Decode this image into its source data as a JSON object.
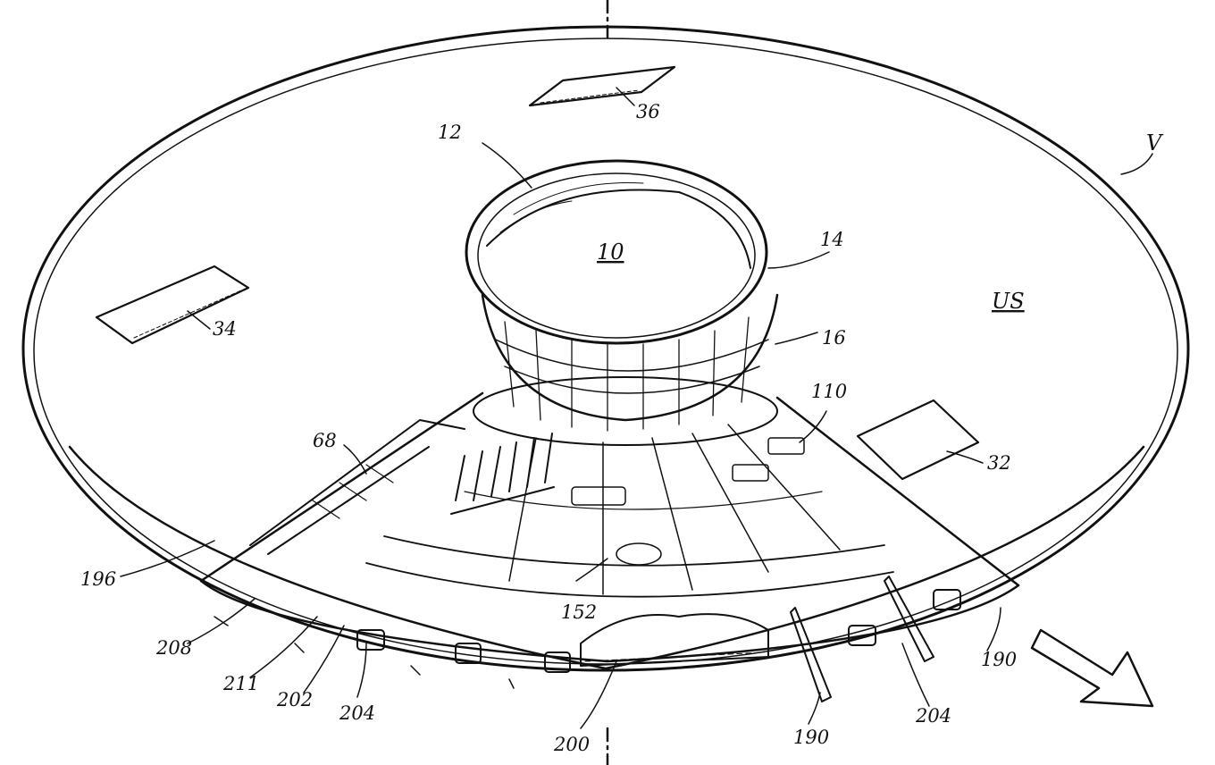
{
  "figure": {
    "center_label": "10",
    "region_label": "US",
    "vehicle_label": "V"
  },
  "reference_numerals": [
    {
      "id": "n36",
      "text": "36"
    },
    {
      "id": "n12",
      "text": "12"
    },
    {
      "id": "n14",
      "text": "14"
    },
    {
      "id": "n16",
      "text": "16"
    },
    {
      "id": "n34",
      "text": "34"
    },
    {
      "id": "n110",
      "text": "110"
    },
    {
      "id": "n32",
      "text": "32"
    },
    {
      "id": "n68",
      "text": "68"
    },
    {
      "id": "n196",
      "text": "196"
    },
    {
      "id": "n152",
      "text": "152"
    },
    {
      "id": "n208",
      "text": "208"
    },
    {
      "id": "n211",
      "text": "211"
    },
    {
      "id": "n202",
      "text": "202"
    },
    {
      "id": "n204a",
      "text": "204"
    },
    {
      "id": "n200",
      "text": "200"
    },
    {
      "id": "n190a",
      "text": "190"
    },
    {
      "id": "n204b",
      "text": "204"
    },
    {
      "id": "n190b",
      "text": "190"
    }
  ],
  "colors": {
    "ink": "#111111",
    "paper": "#ffffff"
  }
}
